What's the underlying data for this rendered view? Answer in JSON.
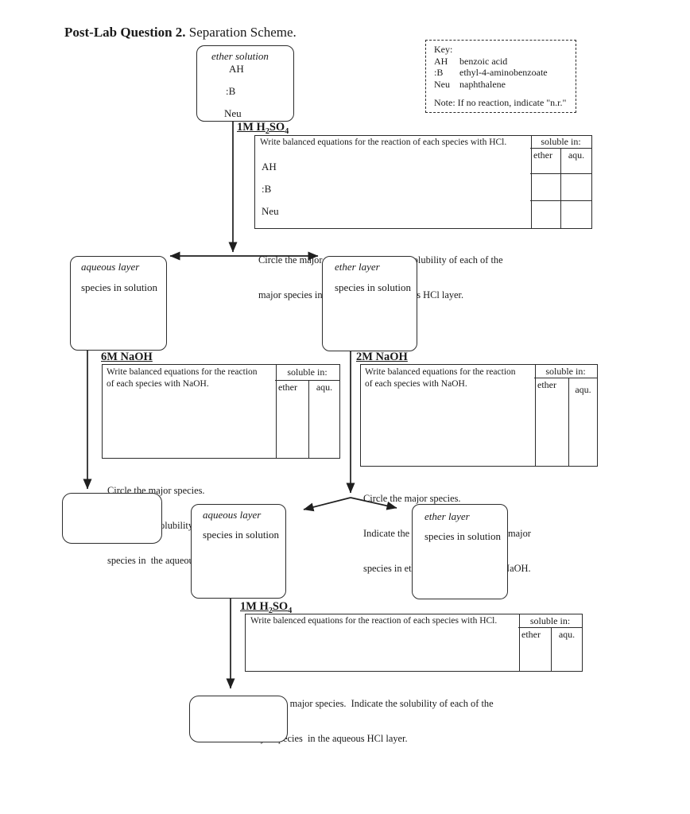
{
  "page": {
    "title_bold": "Post-Lab Question 2.",
    "title_rest": " Separation Scheme."
  },
  "key": {
    "heading": "Key:",
    "entries": [
      {
        "abbr": "AH",
        "name": "benzoic acid"
      },
      {
        "abbr": ":B",
        "name": "ethyl-4-aminobenzoate"
      },
      {
        "abbr": "Neu",
        "name": "naphthalene"
      }
    ],
    "note": "Note: If no reaction, indicate \"n.r.\""
  },
  "start_box": {
    "title": "ether solution",
    "species": [
      "AH",
      ":B",
      "Neu"
    ]
  },
  "reagents": {
    "h2so4": {
      "p1": "1M H",
      "s1": "2",
      "p2": "SO",
      "s2": "4"
    },
    "naoh_6m": "6M NaOH",
    "naoh_2m": "2M NaOH"
  },
  "layer_boxes": {
    "aqueous_top": {
      "title": "aqueous layer",
      "line": "species in solution"
    },
    "ether_top": {
      "title": "ether layer",
      "line": "species in solution"
    },
    "aqueous_bottom": {
      "title": "aqueous layer",
      "line": "species in solution"
    },
    "ether_bottom": {
      "title": "ether layer",
      "line": "species in solution"
    }
  },
  "tables": {
    "hcl_top": {
      "prompt": "Write balanced equations for the reaction of each species with HCl.",
      "species": [
        "AH",
        ":B",
        "Neu"
      ],
      "soluble": "soluble in:",
      "col_ether": "ether",
      "col_aqu": "aqu.",
      "caption": [
        "Circle the major species.  Indicate the solubility of each of the",
        "major species in ether and in the aqueous HCl layer."
      ]
    },
    "naoh_6m": {
      "prompt_lines": [
        "Write balanced equations for the reaction",
        "of each species with NaOH."
      ],
      "soluble": "soluble in:",
      "col_ether": "ether",
      "col_aqu": "aqu.",
      "caption": [
        "Circle the major species.",
        "Indicate the solubility of each of the major",
        "species in  the aqueous NaOH layer."
      ]
    },
    "naoh_2m": {
      "prompt_lines": [
        "Write balanced equations for the reaction",
        "of each species with NaOH."
      ],
      "soluble": "soluble in:",
      "col_ether": "ether",
      "col_aqu": "aqu.",
      "caption": [
        "Circle the major species.",
        "Indicate the solubility of each of the major",
        "species in ether and in the aqueous NaOH."
      ]
    },
    "hcl_bottom": {
      "prompt": "Write balenced equations for the reaction of each species with HCl.",
      "soluble": "soluble in:",
      "col_ether": "ether",
      "col_aqu": "aqu.",
      "caption": [
        "Circle the major species.  Indicate the solubility of each of the",
        "major species  in the aqueous HCl layer."
      ]
    }
  },
  "colors": {
    "ink": "#1a1a1a",
    "paper": "#ffffff"
  }
}
